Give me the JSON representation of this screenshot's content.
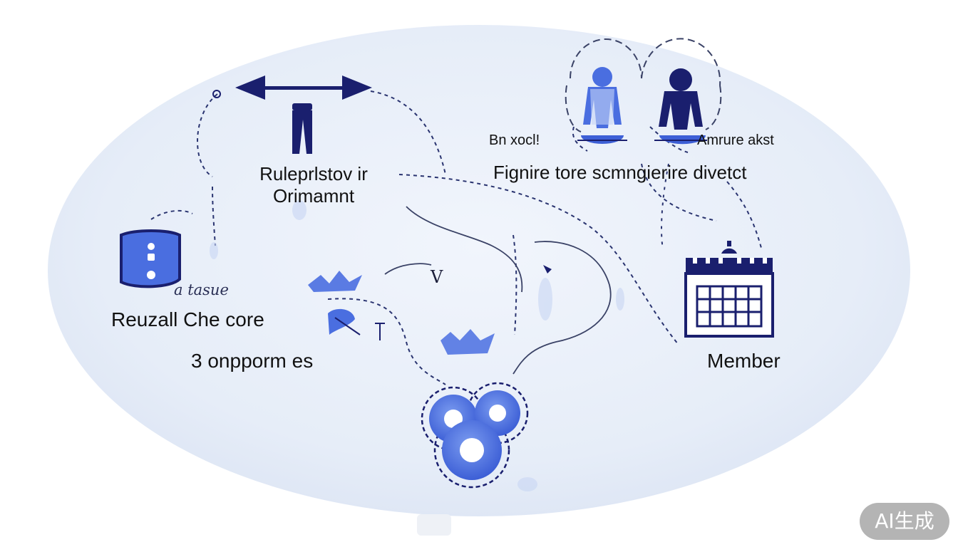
{
  "labels": {
    "top_center_line1": "Ruleprlstov ir",
    "top_center_line2": "Orimamnt",
    "top_right_small_left": "Bn xocl!",
    "top_right_small_right": "Amrure akst",
    "top_right_main": "Fignire tore scmngierire divetct",
    "left_small": "a tasue",
    "left_main": "Reuzall Che core",
    "left_bottom": "3 onpporm es",
    "right_main": "Member",
    "middle_glyph": "V"
  },
  "badge": {
    "text": "AI生成"
  },
  "icons": [
    "double-arrow-icon",
    "person-icon",
    "people-icon",
    "shield-icon",
    "calendar-icon",
    "gears-icon",
    "crown-icon"
  ],
  "colors": {
    "ellipse_fill": "#e8eef8",
    "icon_navy": "#1a1f6e",
    "icon_blue": "#4a6ee0",
    "dashed_line": "#2a3470"
  }
}
